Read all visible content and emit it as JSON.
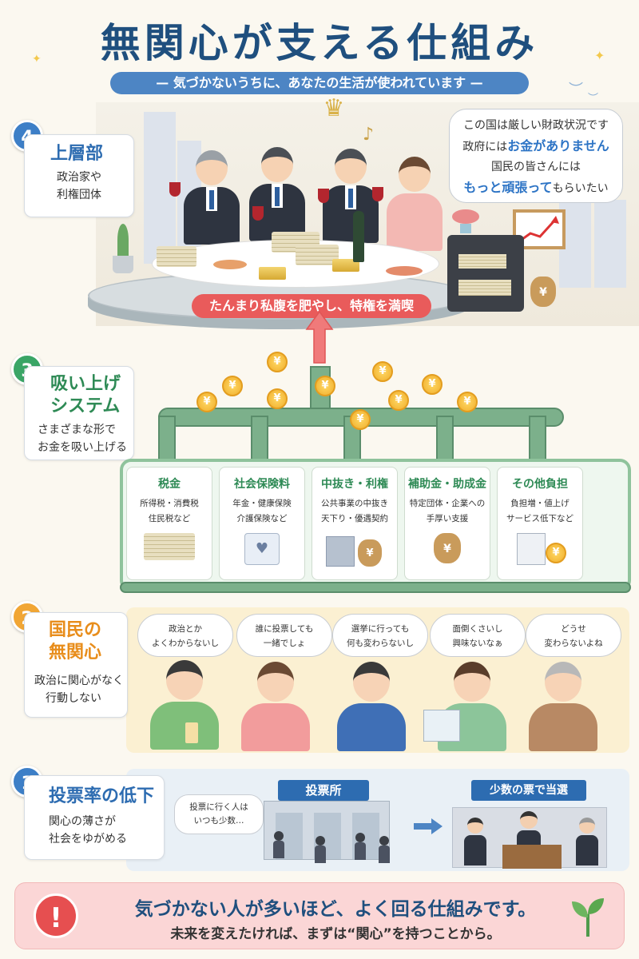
{
  "header": {
    "title": "無関心が支える仕組み",
    "subtitle": "— 気づかないうちに、あなたの生活が使われています —"
  },
  "colors": {
    "navy": "#1f4f7e",
    "level4_blue": "#3d7fc7",
    "level3_green": "#3aa566",
    "level2_orange": "#f1a635",
    "level1_blue": "#3d7fc7",
    "alert_red": "#e64f50"
  },
  "level4": {
    "number": "4",
    "title": "上層部",
    "desc_line1": "政治家や",
    "desc_line2": "利権団体",
    "banner": "たんまり私腹を肥やし、特権を満喫",
    "speech": {
      "line1": "この国は厳しい財政状況です",
      "line2_pre": "政府には",
      "line2_hl": "お金がありません",
      "line3": "国民の皆さんには",
      "line4_hl": "もっと頑張って",
      "line4_post": "もらいたい"
    }
  },
  "level3": {
    "number": "3",
    "title_line1": "吸い上げ",
    "title_line2": "システム",
    "desc_line1": "さまざまな形で",
    "desc_line2": "お金を吸い上げる",
    "coin_symbol": "¥",
    "sources": [
      {
        "title": "税金",
        "line1": "所得税・消費税",
        "line2": "住民税など",
        "icon": "cash-stack-icon"
      },
      {
        "title": "社会保険料",
        "line1": "年金・健康保険",
        "line2": "介護保険など",
        "icon": "insurance-card-icon"
      },
      {
        "title": "中抜き・利権",
        "line1": "公共事業の中抜き",
        "line2": "天下り・優遇契約",
        "icon": "building-moneybag-icon"
      },
      {
        "title": "補助金・助成金",
        "line1": "特定団体・企業への",
        "line2": "手厚い支援",
        "icon": "hand-moneybag-icon"
      },
      {
        "title": "その他負担",
        "line1": "負担増・値上げ",
        "line2": "サービス低下など",
        "icon": "document-coin-icon"
      }
    ]
  },
  "level2": {
    "number": "2",
    "title_line1": "国民の",
    "title_line2": "無関心",
    "desc_line1": "政治に関心がなく",
    "desc_line2": "行動しない",
    "bubbles": [
      {
        "line1": "政治とか",
        "line2": "よくわからないし"
      },
      {
        "line1": "誰に投票しても",
        "line2": "一緒でしょ"
      },
      {
        "line1": "選挙に行っても",
        "line2": "何も変わらないし"
      },
      {
        "line1": "面倒くさいし",
        "line2": "興味ないなぁ"
      },
      {
        "line1": "どうせ",
        "line2": "変わらないよね"
      }
    ]
  },
  "level1": {
    "number": "1",
    "title": "投票率の低下",
    "desc_line1": "関心の薄さが",
    "desc_line2": "社会をゆがめる",
    "poll_label": "投票所",
    "speech_line1": "投票に行く人は",
    "speech_line2": "いつも少数…",
    "win_label": "少数の票で当選"
  },
  "footer": {
    "alert_symbol": "!",
    "main": "気づかない人が多いほど、よく回る仕組みです。",
    "sub": "未来を変えたければ、まずは“関心”を持つことから。"
  }
}
